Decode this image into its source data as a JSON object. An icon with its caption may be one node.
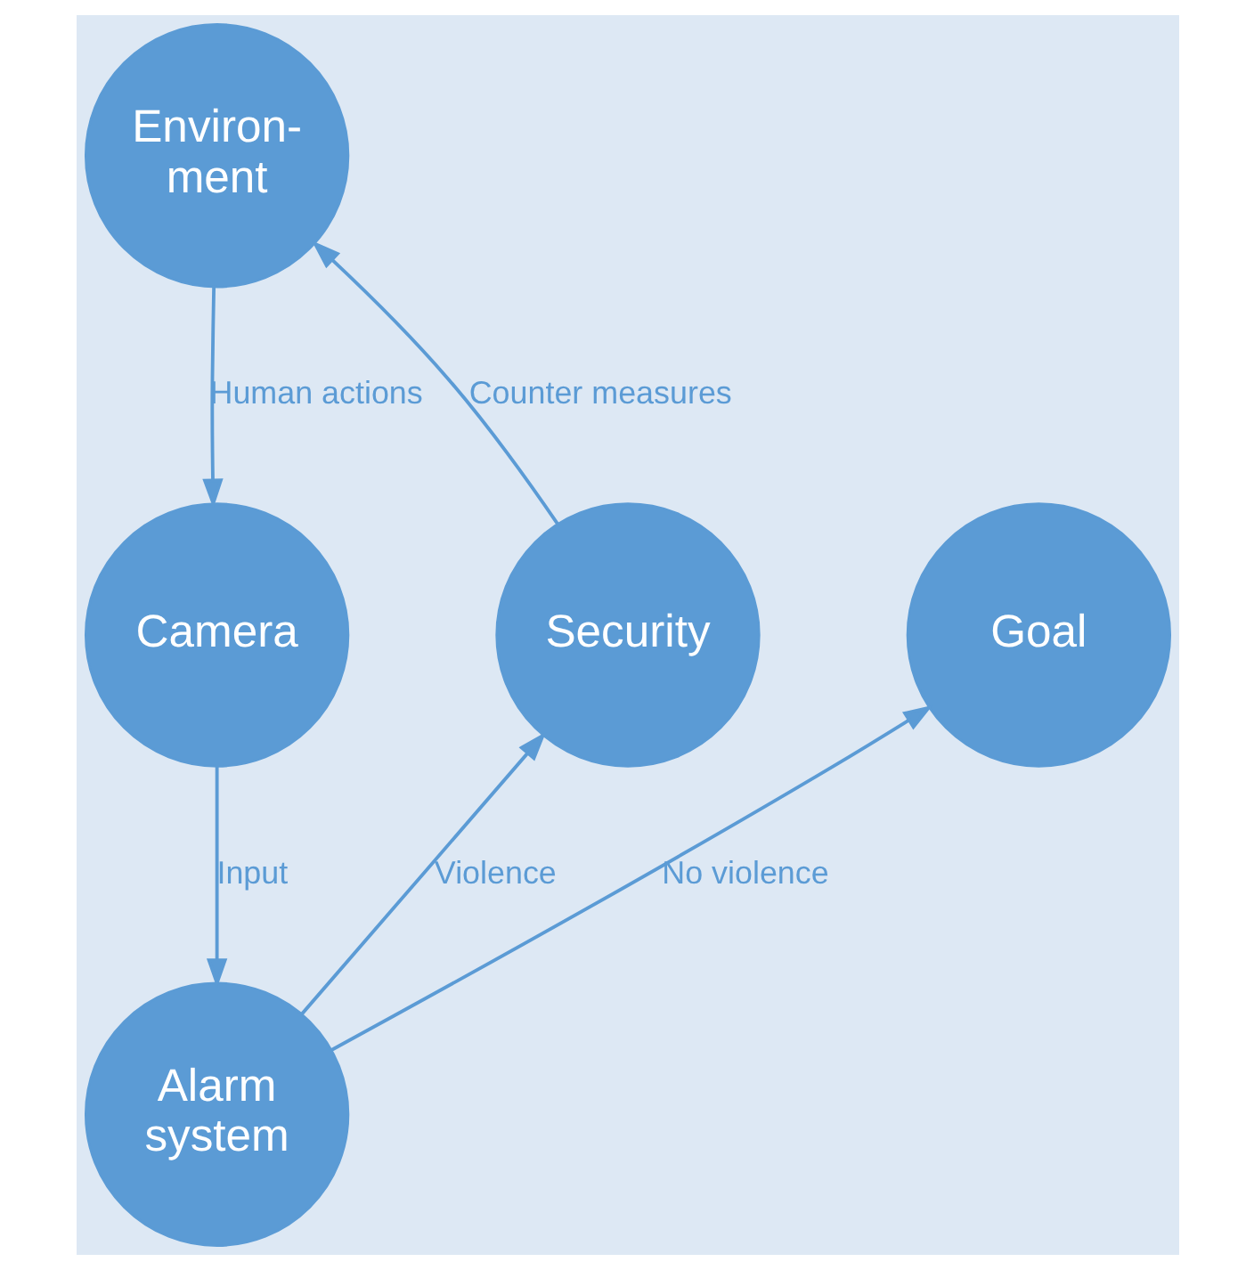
{
  "diagram": {
    "nodes": [
      {
        "text": [
          "Environ-ment"
        ]
      },
      {
        "text": [
          "Security"
        ]
      },
      {
        "text": [
          "Goal"
        ]
      },
      {
        "text": [
          "Camera"
        ]
      },
      {
        "text": [
          "Alarm system"
        ]
      }
    ],
    "edges": [
      {
        "from": 1,
        "to": 0,
        "arrow": "to",
        "label": "Counter measures"
      },
      {
        "from": 0,
        "to": 3,
        "arrow": "to",
        "label": "Human actions"
      },
      {
        "from": 3,
        "to": 4,
        "arrow": "to",
        "label": "Input"
      },
      {
        "from": 4,
        "to": 1,
        "arrow": "to",
        "label": "Violence"
      },
      {
        "from": 4,
        "to": 2,
        "arrow": "to",
        "label": "No violence"
      }
    ]
  }
}
